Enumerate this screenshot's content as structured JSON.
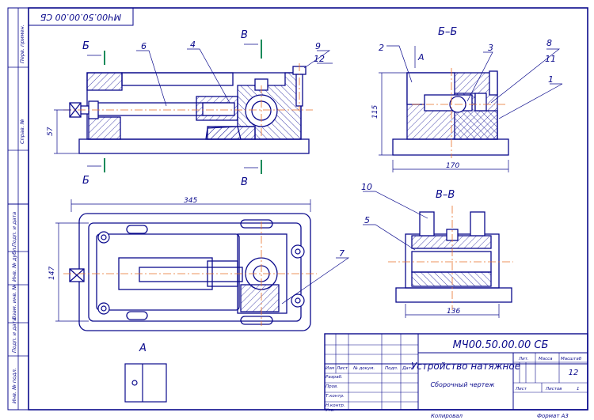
{
  "drawing": {
    "designation": "МЧ00.50.00.00 СБ",
    "designation_rotated": "МЧ00.50.00.00 СБ",
    "title": "Устройство натяжное",
    "subtitle": "Сборочный чертеж",
    "sheets": "12",
    "copied": "Копировал",
    "format": "Формат   А3"
  },
  "title_block_labels": {
    "izm": "Изм",
    "list": "Лист",
    "doc_no": "№ докум.",
    "podp": "Подп.",
    "data": "Дата",
    "razrab": "Разраб.",
    "prov": "Пров.",
    "tkontr": "Т.контр.",
    "nkontr": "Н.контр.",
    "utv": "Утв.",
    "lit": "Лит.",
    "massa": "Масса",
    "masshtab": "Масштаб",
    "list2": "Лист",
    "listov": "Листов",
    "listov_value": "1"
  },
  "side_strip": {
    "perv_primen": "Перв. примен.",
    "sprav_no": "Справ. №",
    "podp_i_data_1": "Подп. и дата",
    "inv_dubl": "Инв. № дубл.",
    "vzam_inv": "Взам. инв. №",
    "podp_i_data_2": "Подп. и дата",
    "inv_podl": "Инв. № подл."
  },
  "section_labels": {
    "bb": "Б–Б",
    "vv": "В–В",
    "a_view": "А",
    "b_top": "Б",
    "b_bottom": "Б",
    "v_top": "В",
    "v_bottom": "В",
    "a_arrow": "А"
  },
  "dimensions": {
    "d345": "345",
    "d147": "147",
    "d57": "57",
    "d115": "115",
    "d170": "170",
    "d136": "136"
  },
  "callouts": {
    "p1": "1",
    "p2": "2",
    "p3": "3",
    "p4": "4",
    "p5": "5",
    "p6": "6",
    "p7": "7",
    "p8": "8",
    "p9": "9",
    "p10": "10",
    "p11": "11",
    "p12": "12"
  },
  "colors": {
    "line": "#0a0a8c",
    "hatch": "#1c1c9a",
    "axis": "#e8702a",
    "green": "#1a8a5a"
  }
}
